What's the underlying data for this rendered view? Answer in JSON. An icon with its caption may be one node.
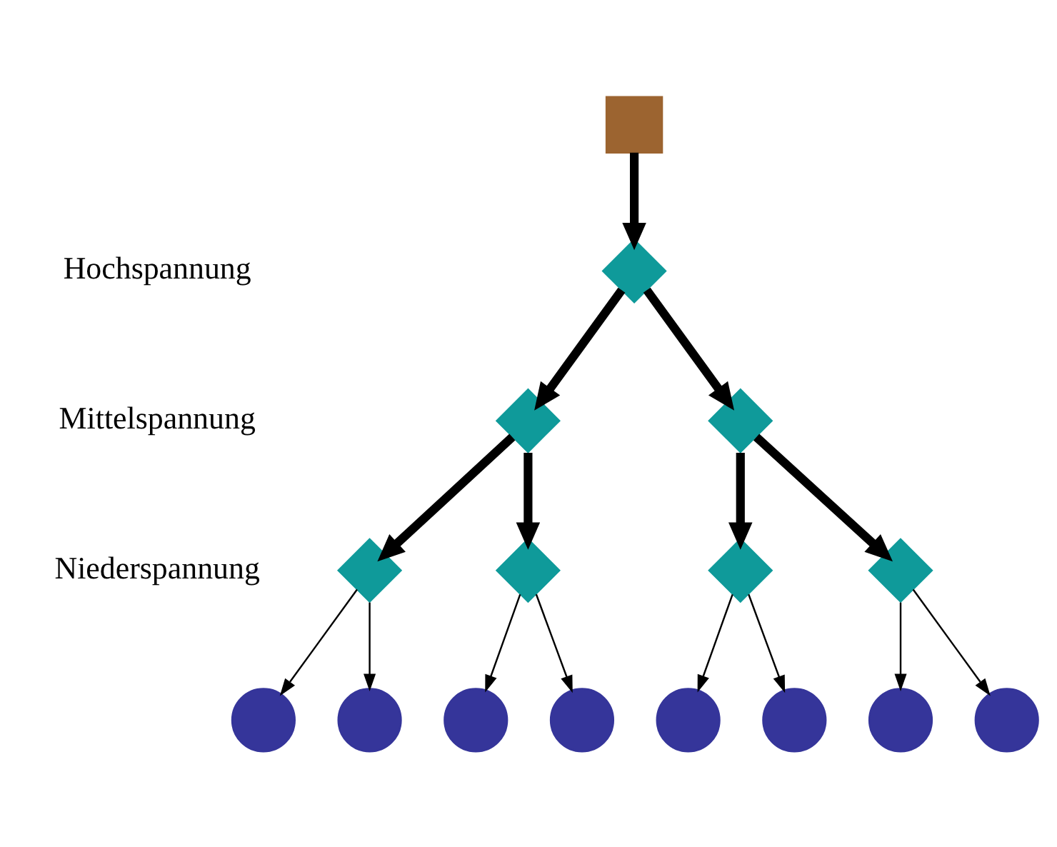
{
  "diagram": {
    "nodes": [
      {
        "text": [],
        "shape": "box"
      },
      {
        "text": [],
        "shape": "diamond"
      },
      {
        "text": [],
        "shape": "diamond"
      },
      {
        "text": [],
        "shape": "diamond"
      },
      {
        "text": [],
        "shape": "diamond"
      },
      {
        "text": [],
        "shape": "diamond"
      },
      {
        "text": [],
        "shape": "diamond"
      },
      {
        "text": [],
        "shape": "diamond"
      },
      {
        "text": [],
        "shape": "circle"
      },
      {
        "text": [],
        "shape": "circle"
      },
      {
        "text": [],
        "shape": "circle"
      },
      {
        "text": [],
        "shape": "circle"
      },
      {
        "text": [],
        "shape": "circle"
      },
      {
        "text": [],
        "shape": "circle"
      },
      {
        "text": [],
        "shape": "circle"
      },
      {
        "text": [],
        "shape": "circle"
      }
    ],
    "edges": [
      {
        "from": 0,
        "to": 1,
        "arrow": "to",
        "style": "thick"
      },
      {
        "from": 1,
        "to": 2,
        "arrow": "to",
        "style": "thick"
      },
      {
        "from": 1,
        "to": 3,
        "arrow": "to",
        "style": "thick"
      },
      {
        "from": 2,
        "to": 4,
        "arrow": "to",
        "style": "thick"
      },
      {
        "from": 2,
        "to": 5,
        "arrow": "to",
        "style": "thick"
      },
      {
        "from": 3,
        "to": 6,
        "arrow": "to",
        "style": "thick"
      },
      {
        "from": 3,
        "to": 7,
        "arrow": "to",
        "style": "thick"
      },
      {
        "from": 4,
        "to": 8,
        "arrow": "to"
      },
      {
        "from": 4,
        "to": 9,
        "arrow": "to"
      },
      {
        "from": 5,
        "to": 10,
        "arrow": "to"
      },
      {
        "from": 5,
        "to": 11,
        "arrow": "to"
      },
      {
        "from": 6,
        "to": 12,
        "arrow": "to"
      },
      {
        "from": 6,
        "to": 13,
        "arrow": "to"
      },
      {
        "from": 7,
        "to": 14,
        "arrow": "to"
      },
      {
        "from": 7,
        "to": 15,
        "arrow": "to"
      }
    ],
    "labels": [
      "Hochspannung",
      "Mittelspannung",
      "Niederspannung"
    ]
  }
}
